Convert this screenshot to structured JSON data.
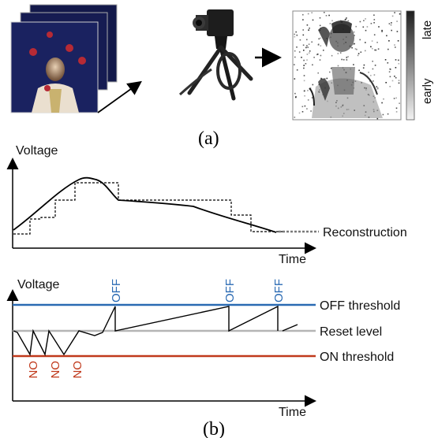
{
  "panel_a": {
    "caption": "(a)",
    "colorbar": {
      "top_label": "late",
      "bottom_label": "early"
    }
  },
  "panel_b": {
    "caption": "(b)",
    "top_plot": {
      "ylabel": "Voltage",
      "xlabel": "Time",
      "legend_label": "Reconstruction"
    },
    "bottom_plot": {
      "ylabel": "Voltage",
      "xlabel": "Time",
      "off_threshold_label": "OFF threshold",
      "reset_level_label": "Reset level",
      "on_threshold_label": "ON threshold",
      "off_events": [
        "OFF",
        "OFF",
        "OFF"
      ],
      "on_events": [
        "ON",
        "ON",
        "ON"
      ]
    }
  },
  "colors": {
    "off": "#2a6ab3",
    "on": "#c0391b",
    "reset": "#b5b5b5"
  }
}
